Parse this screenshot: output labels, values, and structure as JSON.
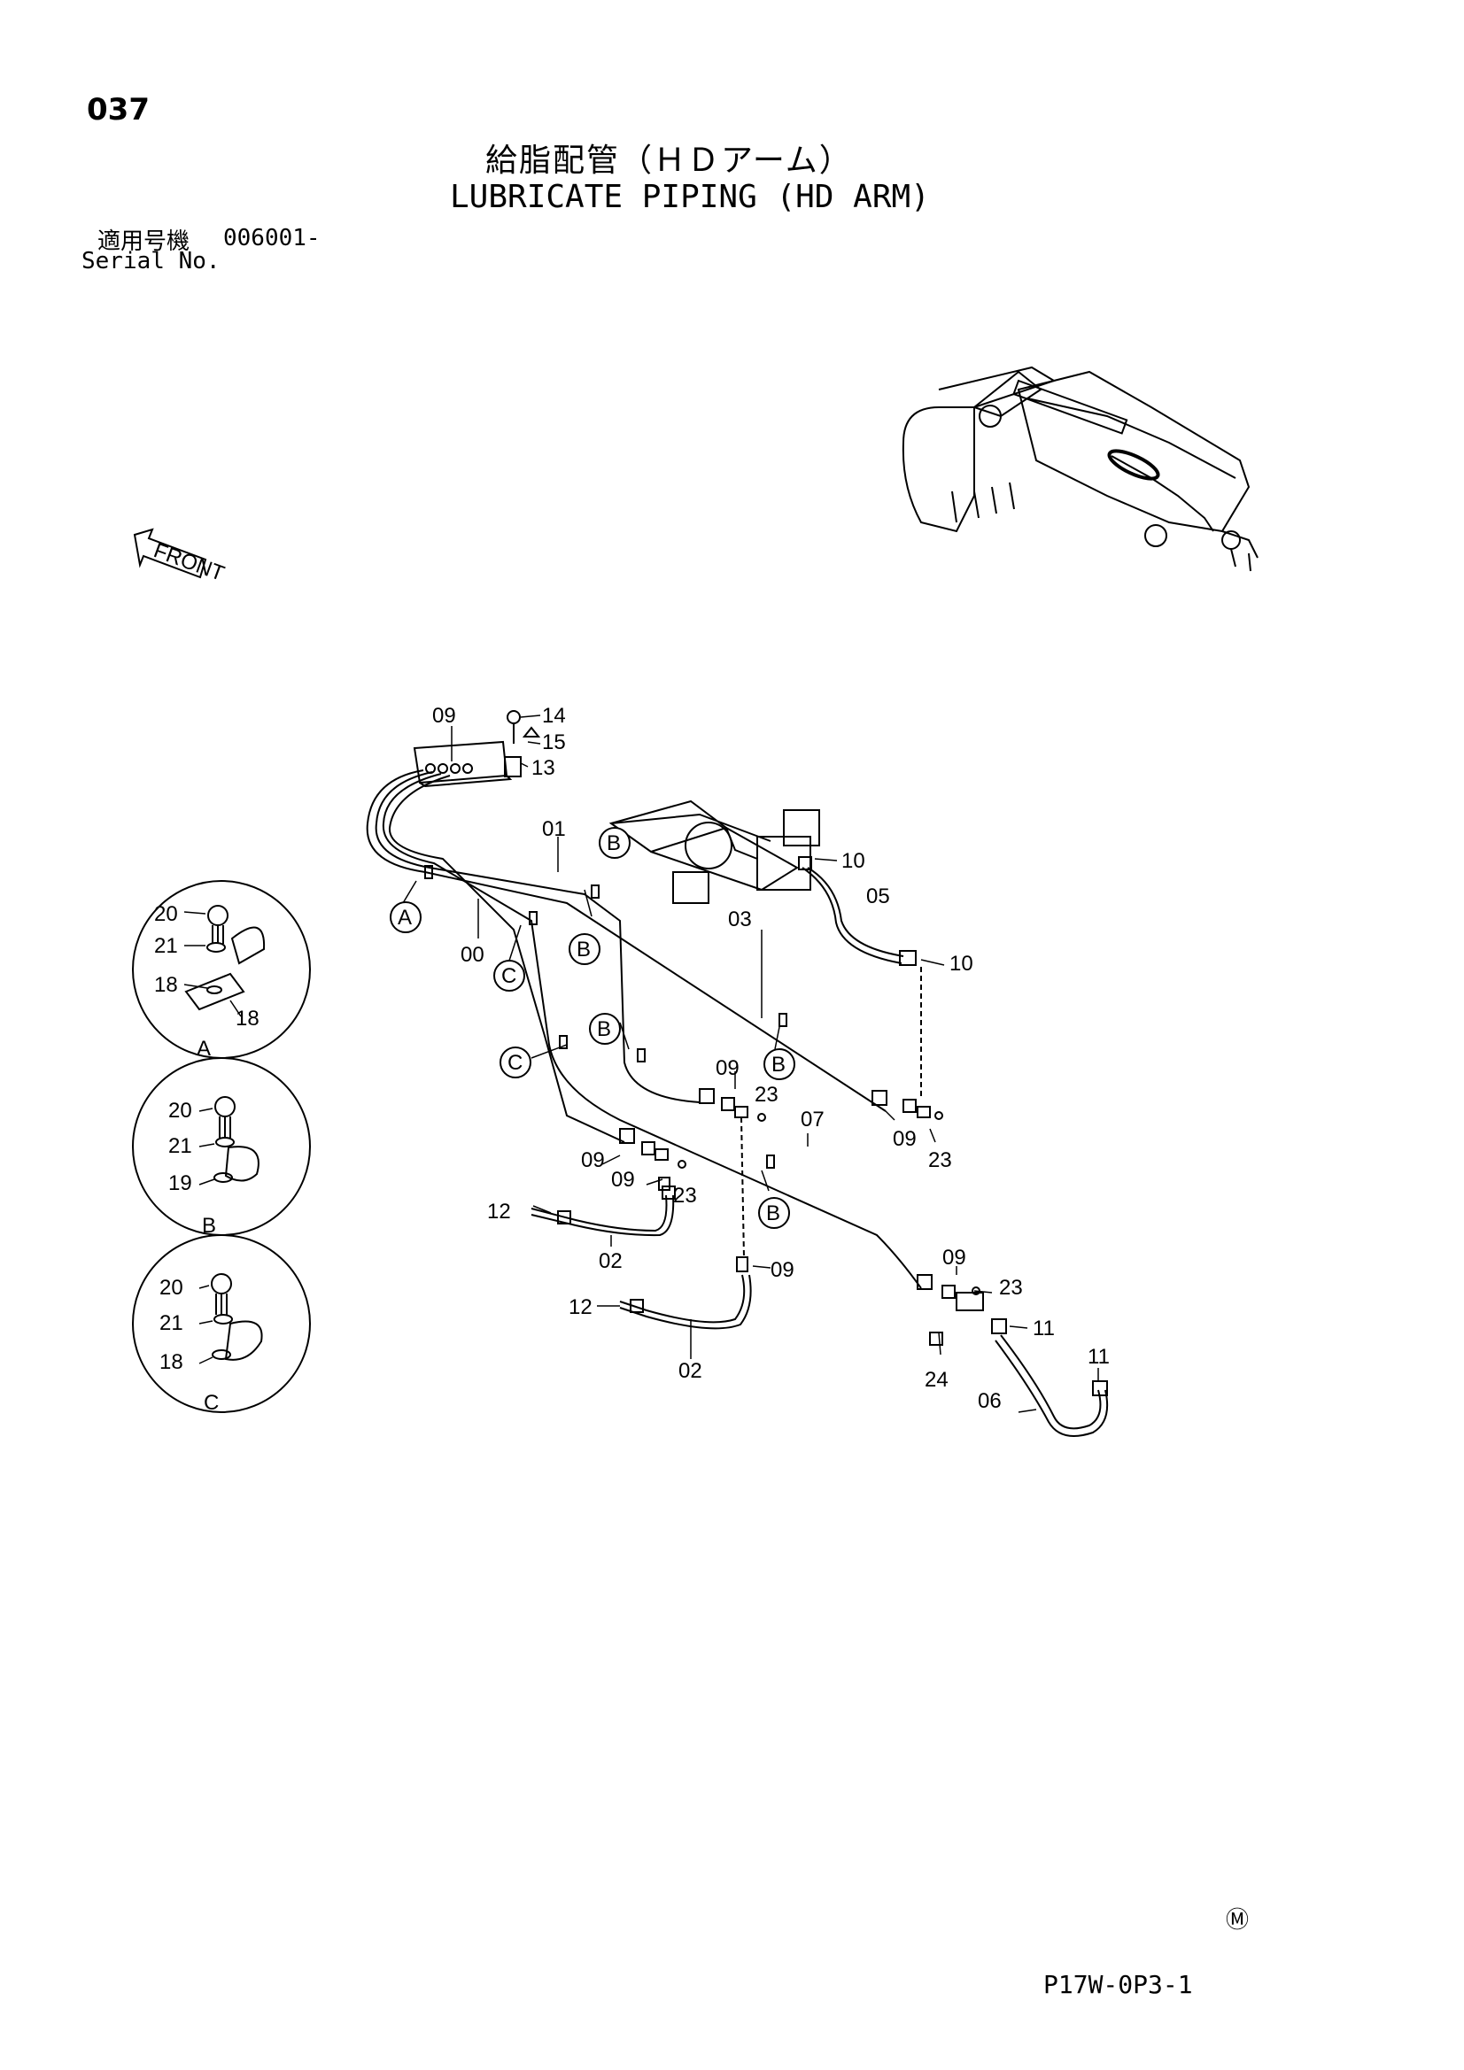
{
  "header": {
    "page_number": "037",
    "title_jp": "給脂配管（ＨＤアーム）",
    "title_en": "LUBRICATE PIPING (HD ARM)",
    "serial_label_jp": "適用号機",
    "serial_value": "006001-",
    "serial_label_en": "Serial No."
  },
  "front_marker": "FRONT",
  "callouts": {
    "c00": "00",
    "c01": "01",
    "c02a": "02",
    "c02b": "02",
    "c03": "03",
    "c05": "05",
    "c06": "06",
    "c07": "07",
    "c09a": "09",
    "c09b": "09",
    "c09c": "09",
    "c09d": "09",
    "c09e": "09",
    "c09f": "09",
    "c09g": "09",
    "c10a": "10",
    "c10b": "10",
    "c11a": "11",
    "c11b": "11",
    "c12a": "12",
    "c12b": "12",
    "c13": "13",
    "c14": "14",
    "c15": "15",
    "c23a": "23",
    "c23b": "23",
    "c23c": "23",
    "c23d": "23",
    "c24": "24"
  },
  "clamp_markers": {
    "a": "A",
    "b": "B",
    "c": "C"
  },
  "details": [
    {
      "label": "A",
      "bolt": "20",
      "washer": "21",
      "clamp": "18",
      "extra": "18"
    },
    {
      "label": "B",
      "bolt": "20",
      "washer": "21",
      "clamp": "19"
    },
    {
      "label": "C",
      "bolt": "20",
      "washer": "21",
      "clamp": "18"
    }
  ],
  "footer": {
    "mark": "Ⓜ",
    "doc_code": "P17W-0P3-1"
  }
}
